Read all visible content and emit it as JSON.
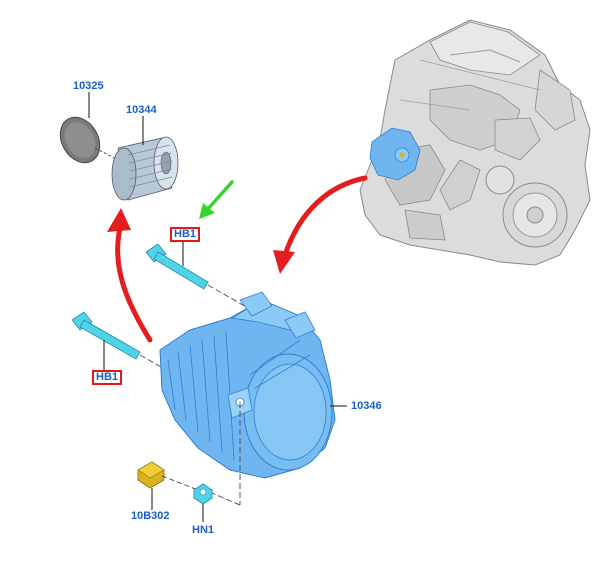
{
  "diagram": {
    "labels": {
      "pulley_cap": "10325",
      "pulley": "10344",
      "alternator": "10346",
      "bolt_upper": "HB1",
      "bolt_lower": "HB1",
      "connector": "10B302",
      "nut": "HN1"
    },
    "colors": {
      "part_blue": "#6fb6f0",
      "part_blue_dark": "#2f7fd0",
      "bolt_cyan": "#4fd3e8",
      "connector_gold": "#d9b21e",
      "arrow_red": "#e41e1e",
      "arrow_green": "#33d62a",
      "engine_gray": "#d4d4d4",
      "label_blue": "#1a5fd0",
      "highlight_red": "#e01a1a"
    },
    "icons": [
      "engine-illustration",
      "alternator-illustration",
      "pulley-illustration",
      "bolt-illustration",
      "nut-illustration",
      "connector-illustration"
    ]
  }
}
